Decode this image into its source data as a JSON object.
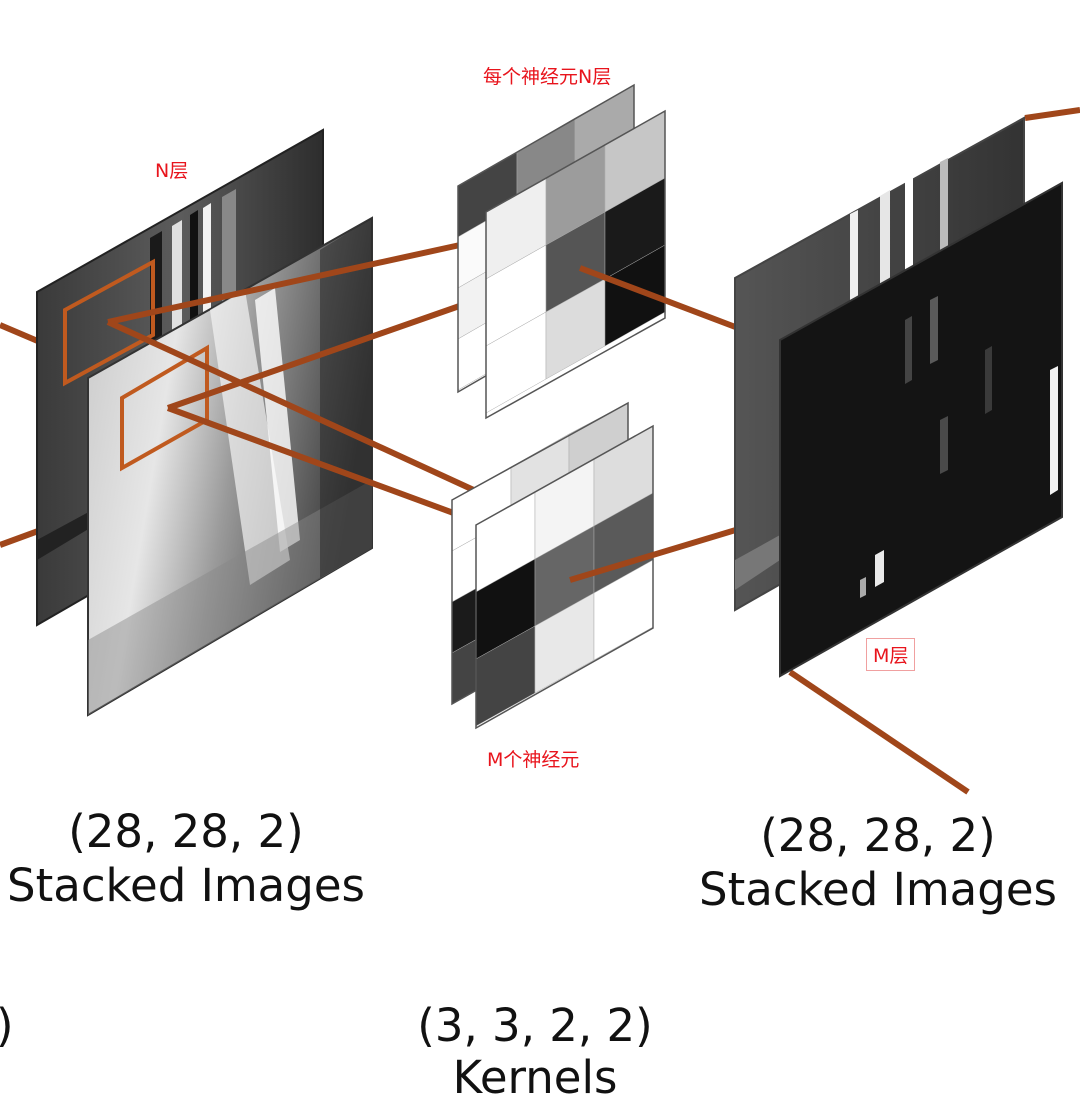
{
  "labels": {
    "n_layer": "N层",
    "per_neuron_n_layer": "每个神经元N层",
    "m_layer": "M层",
    "m_neurons": "M个神经元"
  },
  "captions": {
    "input_shape": "(28, 28, 2)",
    "input_name": "Stacked Images",
    "output_shape": "(28, 28, 2)",
    "output_name": "Stacked Images",
    "left_cut": ")",
    "kernel_shape": "(3, 3, 2, 2)",
    "kernel_name": "Kernels"
  },
  "colors": {
    "connector": "#a0461a",
    "annotation": "#e8141c",
    "window": "#c05a1f"
  }
}
